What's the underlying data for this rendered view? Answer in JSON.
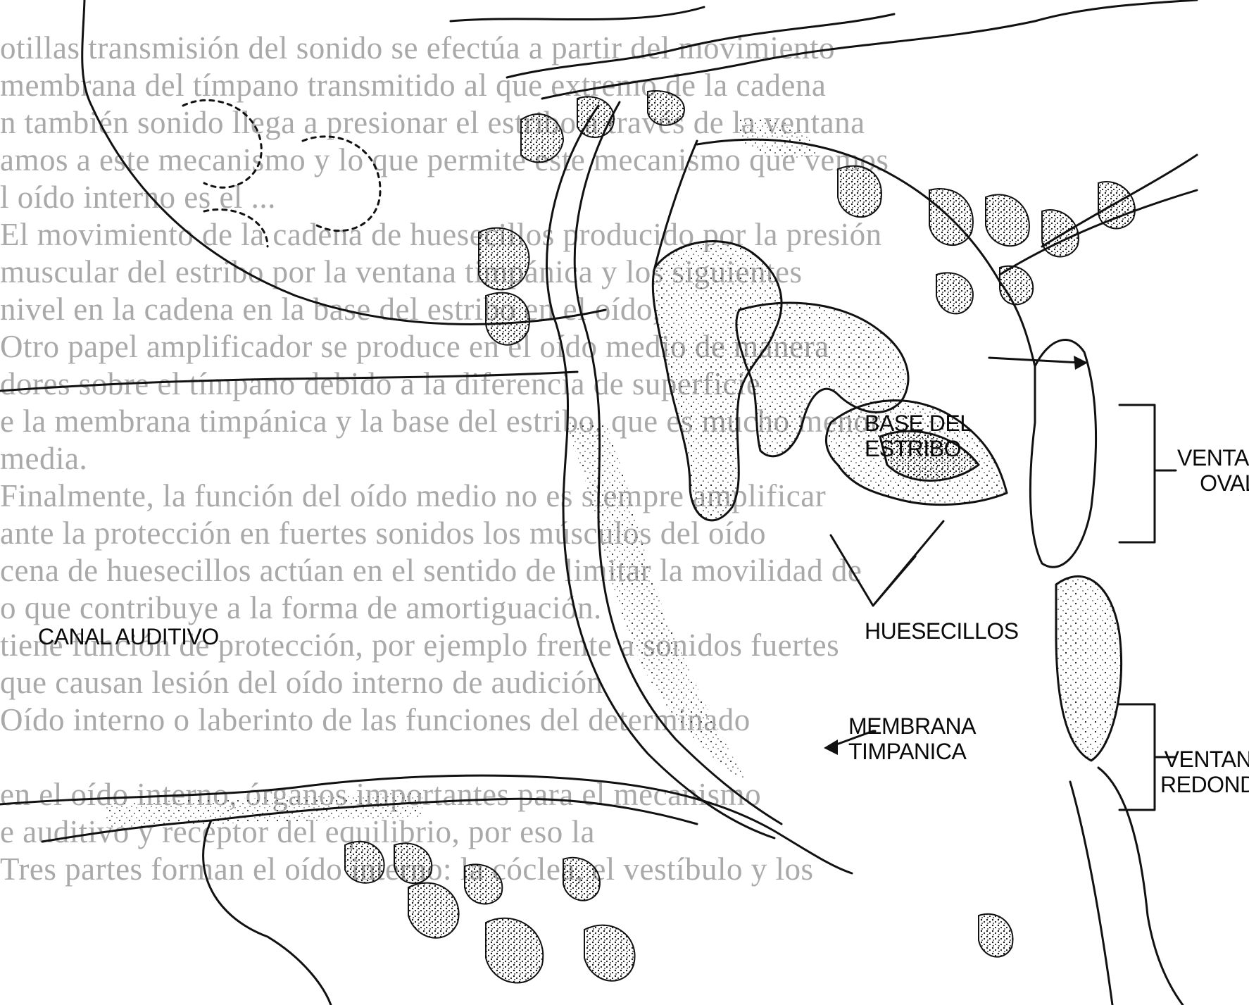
{
  "diagram": {
    "labels": {
      "base_del_estribo": [
        "BASE DEL",
        "ESTRIBO"
      ],
      "ventana_oval": [
        "VENTANA",
        "OVAL"
      ],
      "canal_auditivo": "CANAL AUDITIVO",
      "huesecillos": "HUESECILLOS",
      "membrana_timpanica": [
        "MEMBRANA",
        "TIMPANICA"
      ],
      "ventana_redonda": [
        "VENTANA",
        "REDONDA"
      ]
    },
    "colors": {
      "ink": "#111111",
      "paper": "#ffffff",
      "bleed_through": "#a9a9a9"
    }
  },
  "bleed_through_text": [
    "otillas transmisión del sonido se efectúa a partir del movimiento",
    "membrana del tímpano transmitido al que extremo de la cadena",
    "n también sonido llega a presionar el estribo a través de la ventana",
    "amos a este mecanismo y lo que permite este mecanismo que vemos",
    "l oído interno es el ...",
    "El movimiento de la cadena de huesecillos producido por la presión",
    "muscular del estribo por la ventana timpánica y los siguientes",
    "nivel en la cadena en la base del estribo en el oído,",
    "Otro papel amplificador se produce en el oído medio de manera",
    "dores sobre el tímpano debido a la diferencia de superficie",
    "e la membrana timpánica y la base del estribo, que es mucho menor",
    "media.",
    "Finalmente, la función del oído medio no es siempre amplificar",
    "ante la protección en fuertes sonidos los músculos del oído",
    "cena de huesecillos actúan en el sentido de limitar la movilidad de",
    "o que contribuye a la forma de amortiguación.",
    "tiene función de protección, por ejemplo frente a sonidos fuertes",
    "que causan lesión del oído interno de audición",
    "Oído interno o laberinto de las funciones del determinado",
    "",
    "en el oído interno, órganos importantes para el mecanismo",
    "e auditivo y receptor del equilibrio, por eso la",
    "Tres partes forman el oído interno: la cóclea, el vestíbulo y los"
  ]
}
